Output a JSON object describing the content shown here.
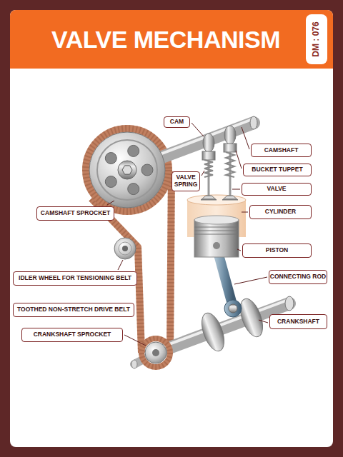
{
  "diagram": {
    "title": "VALVE MECHANISM",
    "nodes": [
      {
        "text": [
          "DM : 076"
        ]
      },
      {
        "text": [
          "CAM"
        ]
      },
      {
        "text": [
          "CAMSHAFT"
        ]
      },
      {
        "text": [
          "BUCKET TUPPET"
        ]
      },
      {
        "text": [
          "VALVE SPRING"
        ]
      },
      {
        "text": [
          "VALVE"
        ]
      },
      {
        "text": [
          "CYLINDER"
        ]
      },
      {
        "text": [
          "CAMSHAFT SPROCKET"
        ]
      },
      {
        "text": [
          "PISTON"
        ]
      },
      {
        "text": [
          "IDLER WHEEL FOR TENSIONING BELT"
        ]
      },
      {
        "text": [
          "CONNECTING ROD"
        ]
      },
      {
        "text": [
          "TOOTHED NON-STRETCH DRIVE BELT"
        ]
      },
      {
        "text": [
          "CRANKSHAFT"
        ]
      },
      {
        "text": [
          "CRANKSHAFT SPROCKET"
        ]
      }
    ]
  }
}
